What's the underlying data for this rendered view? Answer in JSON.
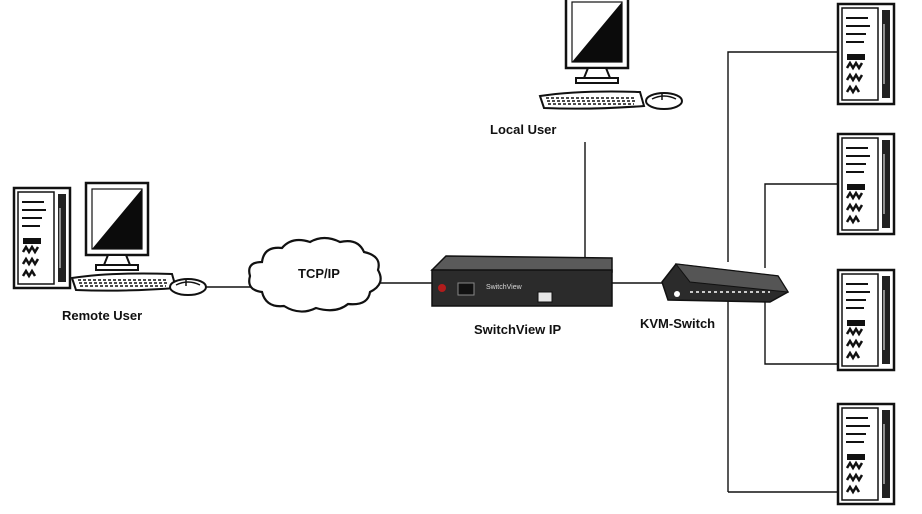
{
  "labels": {
    "remote_user": "Remote User",
    "local_user": "Local User",
    "tcpip": "TCP/IP",
    "switchview_ip": "SwitchView IP",
    "kvm_switch": "KVM-Switch",
    "device_faceplate": "SwitchView"
  },
  "colors": {
    "ink": "#111111",
    "device_body": "#2b2b2b",
    "device_top": "#5a5a5a",
    "accent_red": "#b11c1c"
  }
}
